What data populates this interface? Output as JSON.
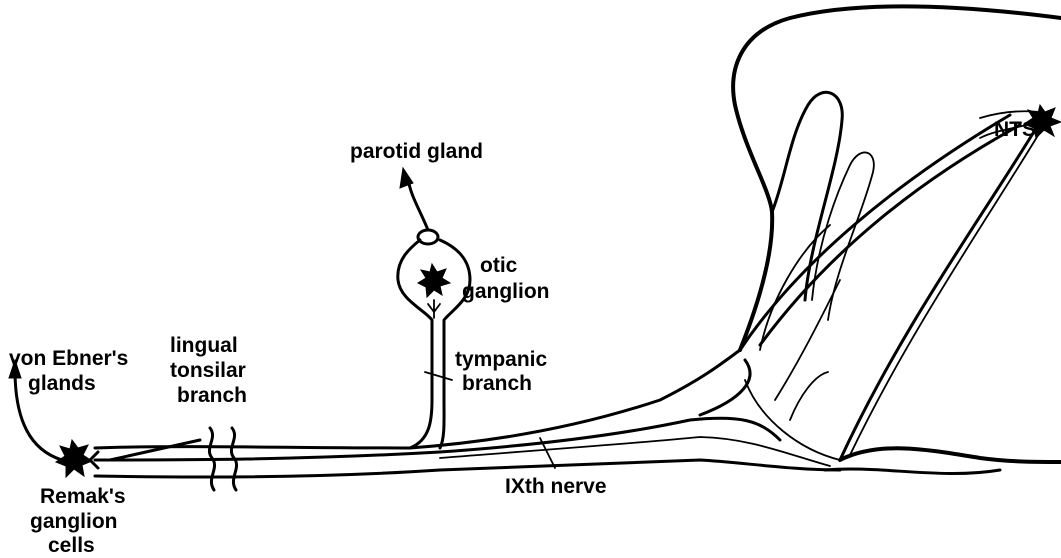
{
  "labels": {
    "parotid_gland": "parotid gland",
    "otic_ganglion_1": "otic",
    "otic_ganglion_2": "ganglion",
    "nts": "NTS",
    "von_ebners_1": "von Ebner's",
    "von_ebners_2": "glands",
    "lingual_1": "lingual",
    "lingual_2": "tonsilar",
    "lingual_3": "branch",
    "tympanic_1": "tympanic",
    "tympanic_2": "branch",
    "ixth_nerve": "IXth nerve",
    "remaks_1": "Remak's",
    "remaks_2": "ganglion",
    "remaks_3": "cells"
  }
}
